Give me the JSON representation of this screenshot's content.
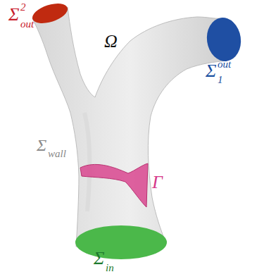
{
  "diagram": {
    "labels": [
      "Σ",
      "out",
      "2",
      "Ω",
      "Σ",
      "out",
      "1",
      "Σ",
      "wall",
      "Γ",
      "Σ",
      "in"
    ]
  }
}
